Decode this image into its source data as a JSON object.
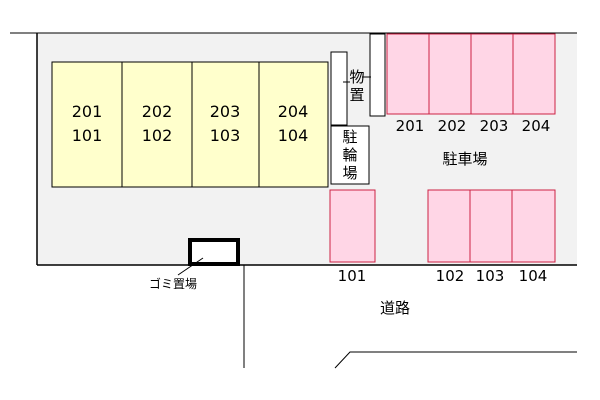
{
  "building_units": [
    {
      "upper": "201",
      "lower": "101"
    },
    {
      "upper": "202",
      "lower": "102"
    },
    {
      "upper": "203",
      "lower": "103"
    },
    {
      "upper": "204",
      "lower": "104"
    }
  ],
  "storage_label": [
    "物",
    "置"
  ],
  "bicycle_label": [
    "駐",
    "輪",
    "場"
  ],
  "parking_label": "駐車場",
  "parking_top_labels": [
    "201",
    "202",
    "203",
    "204"
  ],
  "parking_bottom_labels": [
    "101",
    "102",
    "103",
    "104"
  ],
  "garbage_label": "ゴミ置場",
  "road_label": "道路",
  "colors": {
    "building_fill": "#ffffcc",
    "parking_fill": "#ffd6e6",
    "parking_stroke": "#cc2244",
    "lot_fill": "#f2f2f2"
  }
}
